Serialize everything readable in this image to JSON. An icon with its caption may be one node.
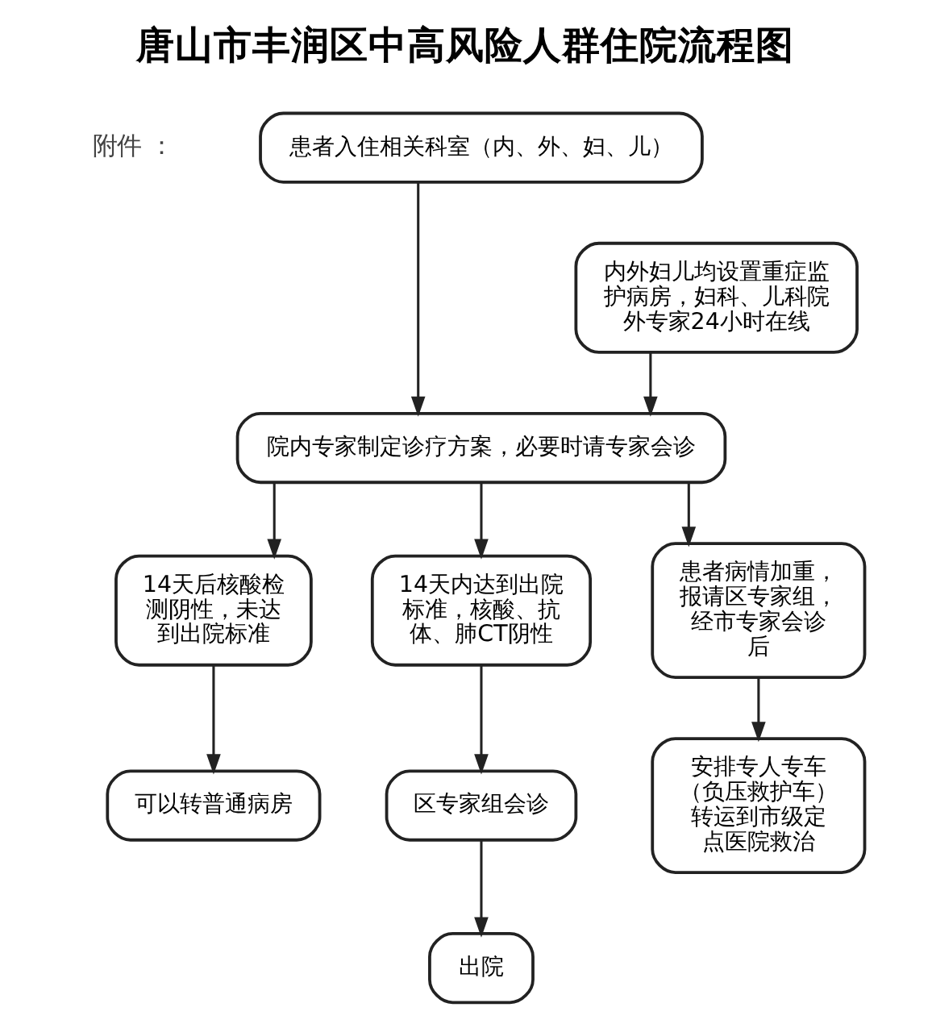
{
  "diagram": {
    "title": "唐山市丰润区中高风险人群住院流程图",
    "nodes": [
      {
        "text": [
          "患者入住相关科室（内、外、妇、儿）"
        ]
      },
      {
        "text": [
          "内外妇儿均设置重症监护病房，妇科、儿科院外专家24小时在线"
        ]
      },
      {
        "text": [
          "院内专家制定诊疗方案，必要时请专家会诊"
        ]
      },
      {
        "text": [
          "14天后核酸检测阴性，未达到出院标准"
        ]
      },
      {
        "text": [
          "14天内达到出院标准，核酸、抗体、肺CT阴性"
        ]
      },
      {
        "text": [
          "患者病情加重，报请区专家组，经市专家会诊后"
        ]
      },
      {
        "text": [
          "可以转普通病房"
        ]
      },
      {
        "text": [
          "区专家组会诊"
        ]
      },
      {
        "text": [
          "出院"
        ]
      },
      {
        "text": [
          "安排专人专车（负压救护车）转运到市级定点医院救治"
        ]
      }
    ],
    "edges": [
      {
        "from": 0,
        "to": 2,
        "arrow": "to"
      },
      {
        "from": 1,
        "to": 2,
        "arrow": "to"
      },
      {
        "from": 2,
        "to": 3,
        "arrow": "to"
      },
      {
        "from": 2,
        "to": 4,
        "arrow": "to"
      },
      {
        "from": 2,
        "to": 5,
        "arrow": "to"
      },
      {
        "from": 3,
        "to": 6,
        "arrow": "to"
      },
      {
        "from": 4,
        "to": 7,
        "arrow": "to"
      },
      {
        "from": 7,
        "to": 8,
        "arrow": "to"
      },
      {
        "from": 5,
        "to": 9,
        "arrow": "to"
      }
    ],
    "labels": [
      "附件 ："
    ]
  }
}
